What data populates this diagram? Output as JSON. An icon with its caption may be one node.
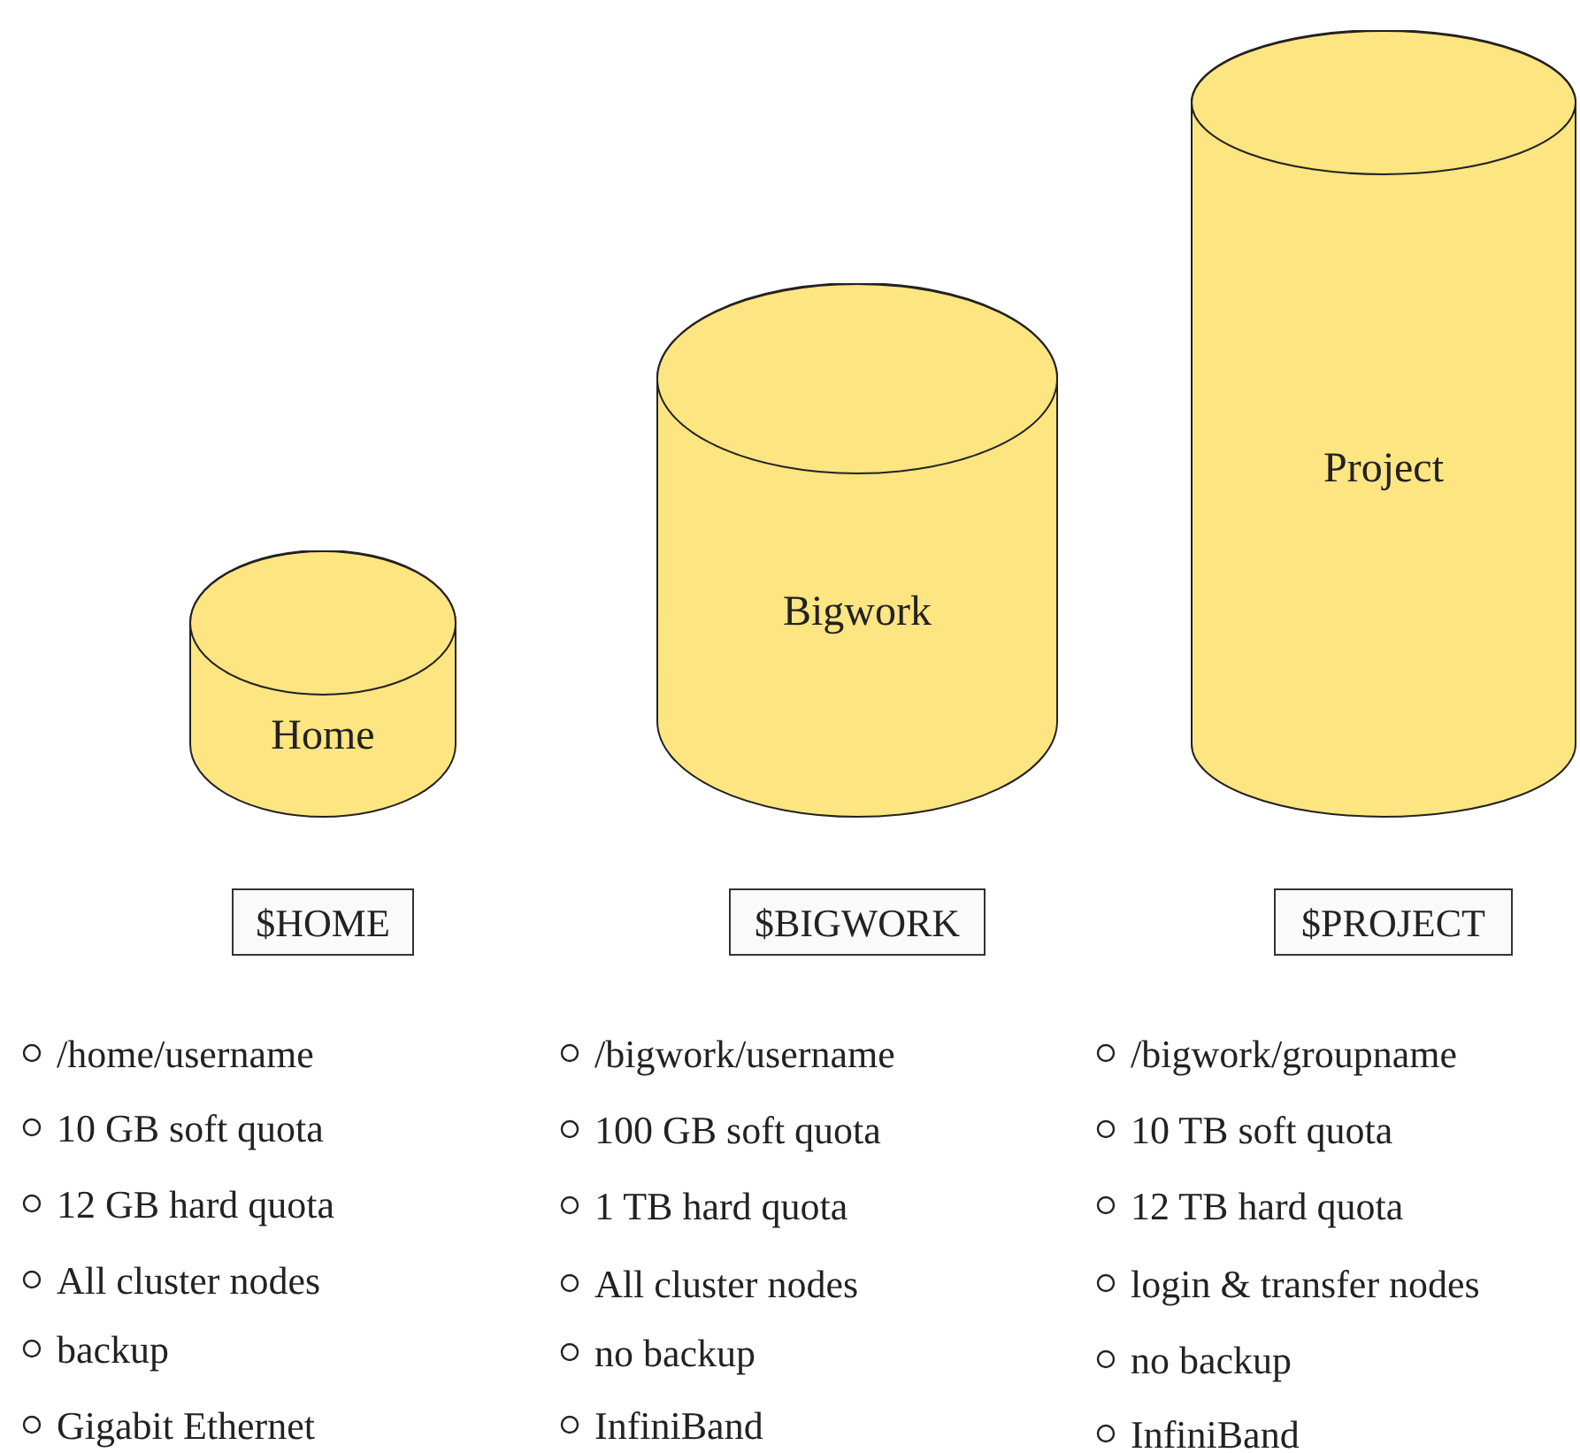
{
  "diagram": {
    "nodes": [
      {
        "text": [
          "Home"
        ]
      },
      {
        "text": [
          "Bigwork"
        ]
      },
      {
        "text": [
          "Project"
        ]
      },
      {
        "text": [
          "$HOME"
        ]
      },
      {
        "text": [
          "$BIGWORK"
        ]
      },
      {
        "text": [
          "$PROJECT"
        ]
      }
    ],
    "labels": [
      "/home/username",
      "/bigwork/username",
      "/bigwork/groupname",
      "10 GB soft quota",
      "100 GB soft quota",
      "10 TB soft quota",
      "12 GB hard quota",
      "1 TB hard quota",
      "12 TB hard quota",
      "All cluster nodes",
      "All cluster nodes",
      "login & transfer nodes",
      "backup",
      "no backup",
      "no backup",
      "Gigabit Ethernet",
      "InfiniBand",
      "InfiniBand"
    ]
  }
}
